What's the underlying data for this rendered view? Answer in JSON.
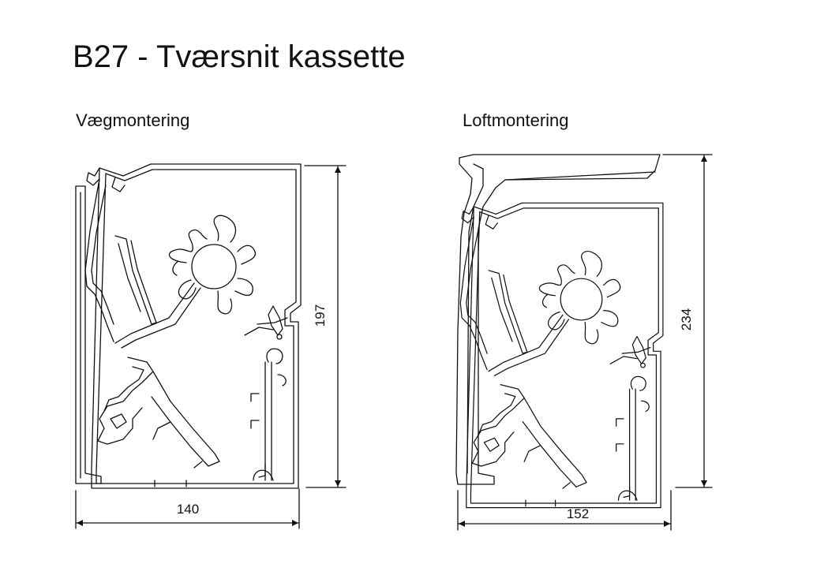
{
  "title": "B27 - Tværsnit kassette",
  "views": {
    "wall": {
      "label": "Vægmontering",
      "width_label": "140",
      "height_label": "197"
    },
    "ceiling": {
      "label": "Loftmontering",
      "width_label": "152",
      "height_label": "234"
    }
  },
  "colors": {
    "line": "#111111",
    "background": "#ffffff"
  }
}
